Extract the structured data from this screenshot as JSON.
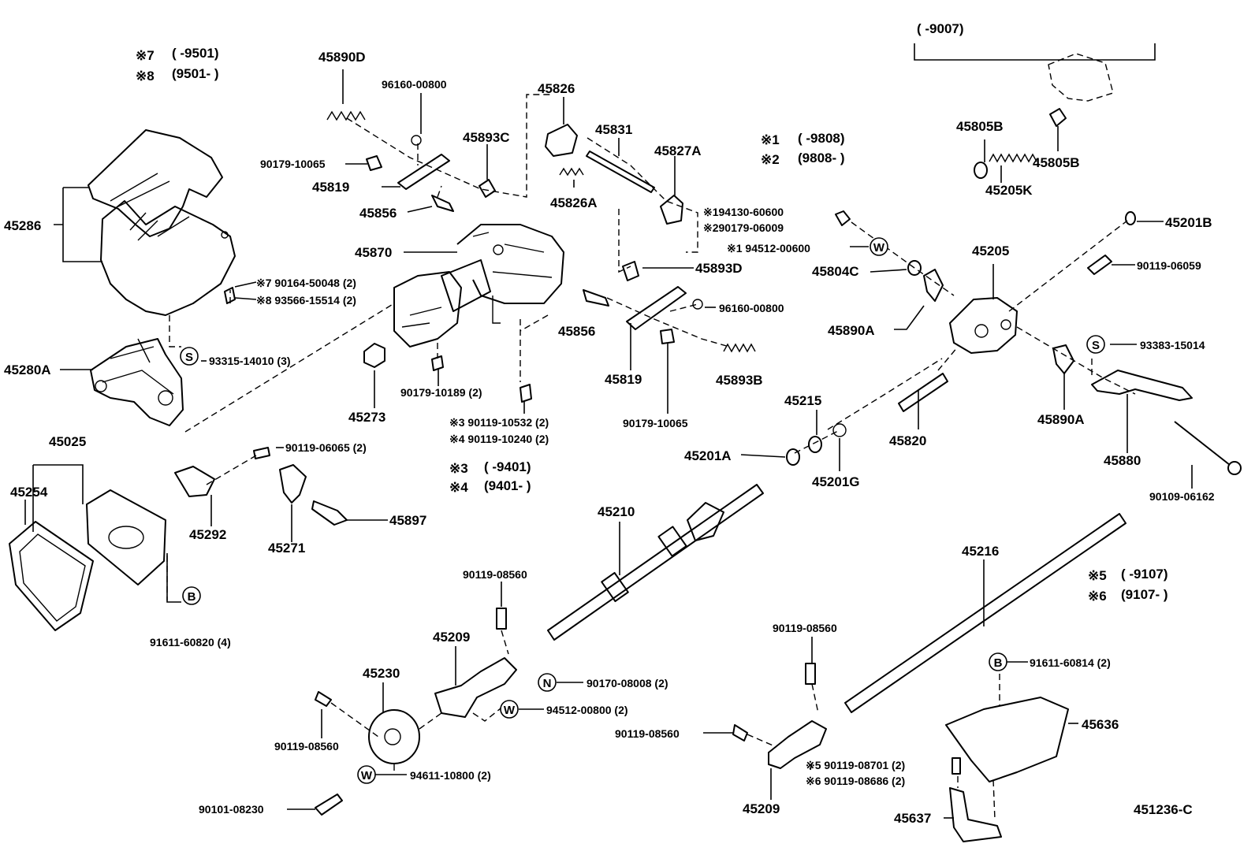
{
  "diagram_id": "451236-C",
  "ranges": {
    "r_9007": "(      -9007)",
    "n7": "※7",
    "r7": "(      -9501)",
    "n8": "※8",
    "r8": "(9501-      )",
    "n1": "※1",
    "r1": "(      -9808)",
    "n2": "※2",
    "r2": "(9808-      )",
    "n3": "※3",
    "r3": "(      -9401)",
    "n4": "※4",
    "r4": "(9401-      )",
    "n5": "※5",
    "r5": "(      -9107)",
    "n6": "※6",
    "r6": "(9107-      )"
  },
  "symbols": {
    "S": "S",
    "W": "W",
    "B": "B",
    "N": "N"
  },
  "parts": {
    "p45890D": "45890D",
    "p96160_00800_a": "96160-00800",
    "p45826": "45826",
    "p45893C": "45893C",
    "p45831": "45831",
    "p45827A": "45827A",
    "p90179_10065_a": "90179-10065",
    "p45819_a": "45819",
    "p45856_a": "45856",
    "p45826A": "45826A",
    "p45286": "45286",
    "p45870": "45870",
    "p90164_50048": "※7 90164-50048 (2)",
    "p93566_15514": "※8 93566-15514 (2)",
    "p45280A": "45280A",
    "p93315_14010": "93315-14010 (3)",
    "p45273": "45273",
    "p90179_10189": "90179-10189 (2)",
    "p90119_10532": "※3 90119-10532 (2)",
    "p90119_10240": "※4 90119-10240 (2)",
    "p45856_b": "45856",
    "p45819_b": "45819",
    "p90179_10065_b": "90179-10065",
    "p45893B": "45893B",
    "p96160_00800_b": "96160-00800",
    "p45893D": "45893D",
    "p94130_60600": "※194130-60600",
    "p90179_06009": "※290179-06009",
    "p94512_00600": "※1 94512-00600",
    "p45804C": "45804C",
    "p45890A_a": "45890A",
    "p45805B_a": "45805B",
    "p45205K": "45205K",
    "p45805B_b": "45805B",
    "p45205": "45205",
    "p45201B": "45201B",
    "p90119_06059": "90119-06059",
    "p93383_15014": "93383-15014",
    "p45890A_b": "45890A",
    "p45880": "45880",
    "p90109_06162": "90109-06162",
    "p45820": "45820",
    "p45215": "45215",
    "p45201A": "45201A",
    "p45201G": "45201G",
    "p45025": "45025",
    "p45254": "45254",
    "p45292": "45292",
    "p90119_06065": "90119-06065 (2)",
    "p45271": "45271",
    "p45897": "45897",
    "p91611_60820": "91611-60820 (4)",
    "p45210": "45210",
    "p90119_08560_a": "90119-08560",
    "p45209_a": "45209",
    "p45230": "45230",
    "p90170_08008": "90170-08008 (2)",
    "p94512_00800": "94512-00800 (2)",
    "p90119_08560_b": "90119-08560",
    "p94611_10800": "94611-10800 (2)",
    "p90101_08230": "90101-08230",
    "p45216": "45216",
    "p90119_08560_c": "90119-08560",
    "p91611_60814": "91611-60814 (2)",
    "p45636": "45636",
    "p90119_08560_d": "90119-08560",
    "p90119_08701": "※5 90119-08701 (2)",
    "p90119_08686": "※6 90119-08686 (2)",
    "p45209_b": "45209",
    "p45637": "45637"
  }
}
